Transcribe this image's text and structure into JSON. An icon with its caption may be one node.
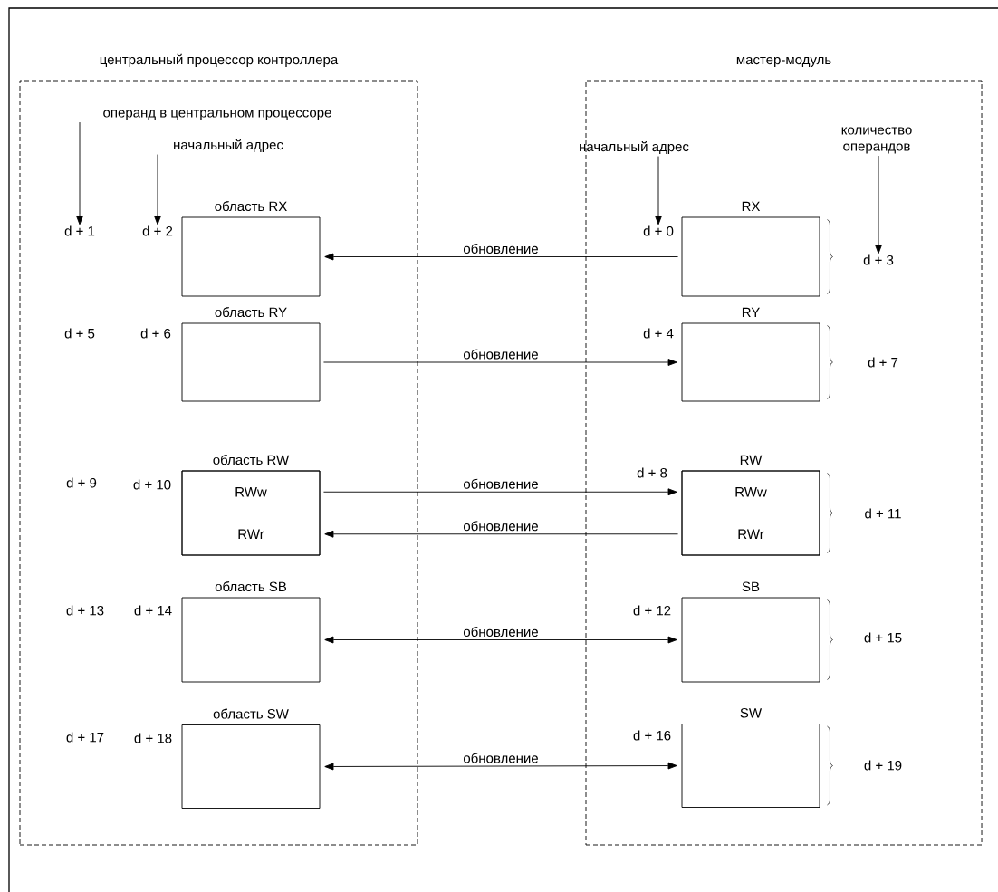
{
  "diagram": {
    "nodes": [
      {
        "text": [
          "центральный процессор контроллера"
        ]
      },
      {
        "text": [
          "операнд в центральном процессоре"
        ],
        "in": 0
      },
      {
        "text": [
          "начальный адрес"
        ],
        "in": 0
      },
      {
        "text": [
          "d + 1"
        ],
        "in": 0
      },
      {
        "text": [
          "d + 2"
        ],
        "in": 0
      },
      {
        "text": [
          "область RX"
        ],
        "in": 0
      },
      {
        "text": [
          "область RY"
        ],
        "in": 0
      },
      {
        "text": [
          "область RW"
        ],
        "in": 0
      },
      {
        "text": [
          "RWw"
        ],
        "in": 7
      },
      {
        "text": [
          "RWr"
        ],
        "in": 7
      },
      {
        "text": [
          "область SB"
        ],
        "in": 0
      },
      {
        "text": [
          "область SW"
        ],
        "in": 0
      },
      {
        "text": [
          "мастер-модуль"
        ]
      },
      {
        "text": [
          "начальный адрес"
        ],
        "in": 12
      },
      {
        "text": [
          "количество операндов"
        ],
        "in": 12
      },
      {
        "text": [
          "d + 0"
        ],
        "in": 12
      },
      {
        "text": [
          "d + 3"
        ],
        "in": 12
      },
      {
        "text": [
          "RX"
        ],
        "in": 12
      },
      {
        "text": [
          "RY"
        ],
        "in": 12
      },
      {
        "text": [
          "RW"
        ],
        "in": 12
      },
      {
        "text": [
          "RWw"
        ],
        "in": 19
      },
      {
        "text": [
          "RWr"
        ],
        "in": 19
      },
      {
        "text": [
          "SB"
        ],
        "in": 12
      },
      {
        "text": [
          "SW"
        ],
        "in": 12
      }
    ],
    "edges": [
      {
        "from": 17,
        "to": 5,
        "arrow": "to",
        "label": "обновление"
      },
      {
        "from": 6,
        "to": 18,
        "arrow": "to",
        "label": "обновление"
      },
      {
        "from": 8,
        "to": 20,
        "arrow": "to",
        "label": "обновление"
      },
      {
        "from": 21,
        "to": 9,
        "arrow": "to",
        "label": "обновление"
      },
      {
        "from": 10,
        "to": 22,
        "arrow": "both",
        "label": "обновление"
      },
      {
        "from": 11,
        "to": 23,
        "arrow": "both",
        "label": "обновление"
      },
      {
        "from": 1,
        "to": 3,
        "arrow": "to"
      },
      {
        "from": 2,
        "to": 4,
        "arrow": "to"
      },
      {
        "from": 13,
        "to": 15,
        "arrow": "to"
      },
      {
        "from": 14,
        "to": 16,
        "arrow": "to"
      }
    ],
    "labels": [
      "d + 5",
      "d + 6",
      "d + 4",
      "d + 7",
      "d + 9",
      "d + 10",
      "d + 8",
      "d + 11",
      "d + 13",
      "d + 14",
      "d + 12",
      "d + 15",
      "d + 17",
      "d + 18",
      "d + 16",
      "d + 19"
    ]
  }
}
